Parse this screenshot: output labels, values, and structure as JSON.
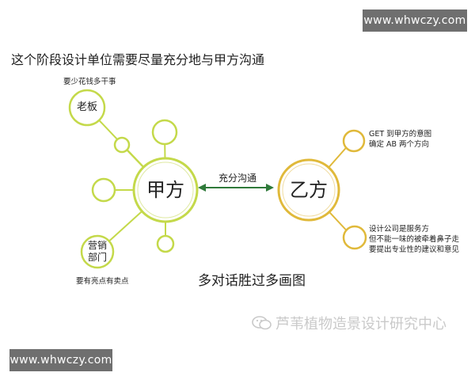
{
  "watermark": {
    "url": "www.whwczy.com"
  },
  "heading": "这个阶段设计单位需要尽量充分地与甲方沟通",
  "nodes": {
    "client": {
      "label": "甲方"
    },
    "contractor": {
      "label": "乙方"
    },
    "boss": {
      "label": "老板"
    },
    "marketing": {
      "line1": "营销",
      "line2": "部门"
    }
  },
  "annotations": {
    "boss_note": "要少花钱多干事",
    "marketing_note": "要有亮点有卖点",
    "contractor_top_line1": "GET 到甲方的意图",
    "contractor_top_line2": "确定 AB 两个方向",
    "contractor_bottom_line1": "设计公司是服务方",
    "contractor_bottom_line2": "但不能一味的被牵着鼻子走",
    "contractor_bottom_line3": "要提出专业性的建议和意见"
  },
  "connector_label": "充分沟通",
  "caption": "多对话胜过多画图",
  "footer_mark": "芦苇植物造景设计研究中心",
  "colors": {
    "client_ring": "#c4d94a",
    "contractor_ring": "#e0b93a",
    "arrow": "#2f7a3a",
    "watermark_bg": "#6f6f6f"
  }
}
